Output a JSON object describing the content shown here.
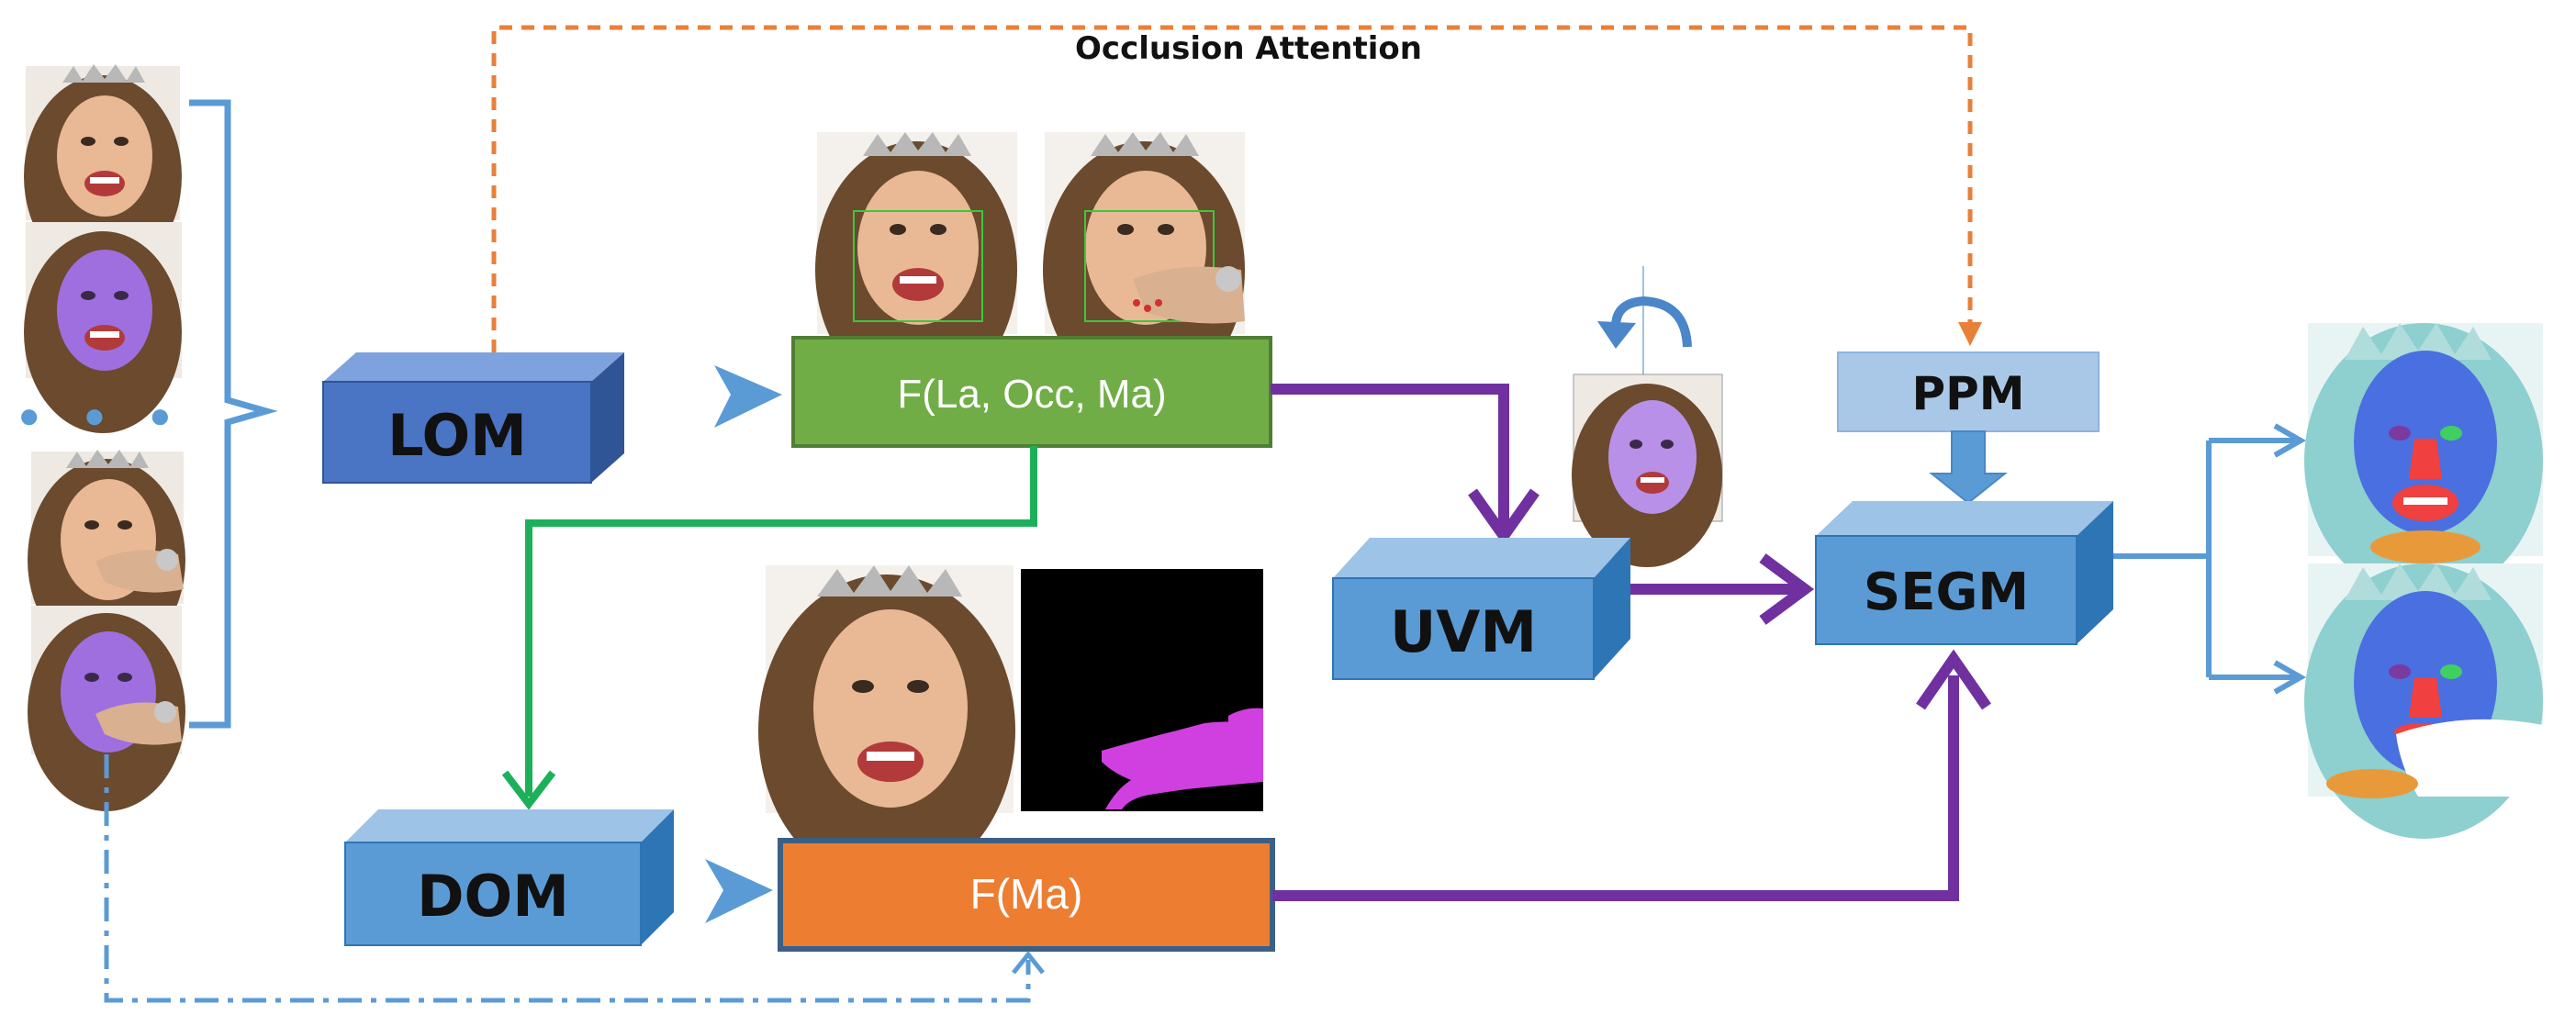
{
  "title": "Occlusion Attention",
  "modules": {
    "lom": "LOM",
    "dom": "DOM",
    "uvm": "UVM",
    "segm": "SEGM",
    "ppm": "PPM"
  },
  "features": {
    "la_occ_ma": "F(La, Occ, Ma)",
    "ma": "F(Ma)"
  },
  "input_ellipsis": "● ● ●",
  "colors": {
    "lom": "#4a74c4",
    "module_blue": "#5b9bd5",
    "ppm": "#a9c8e8",
    "feature_green": "#70ad47",
    "feature_orange": "#ed7d31",
    "arrow_purple": "#7030a0",
    "arrow_green": "#1db05a",
    "attention_orange": "#e8803a",
    "bracket_blue": "#5b9bd5"
  }
}
